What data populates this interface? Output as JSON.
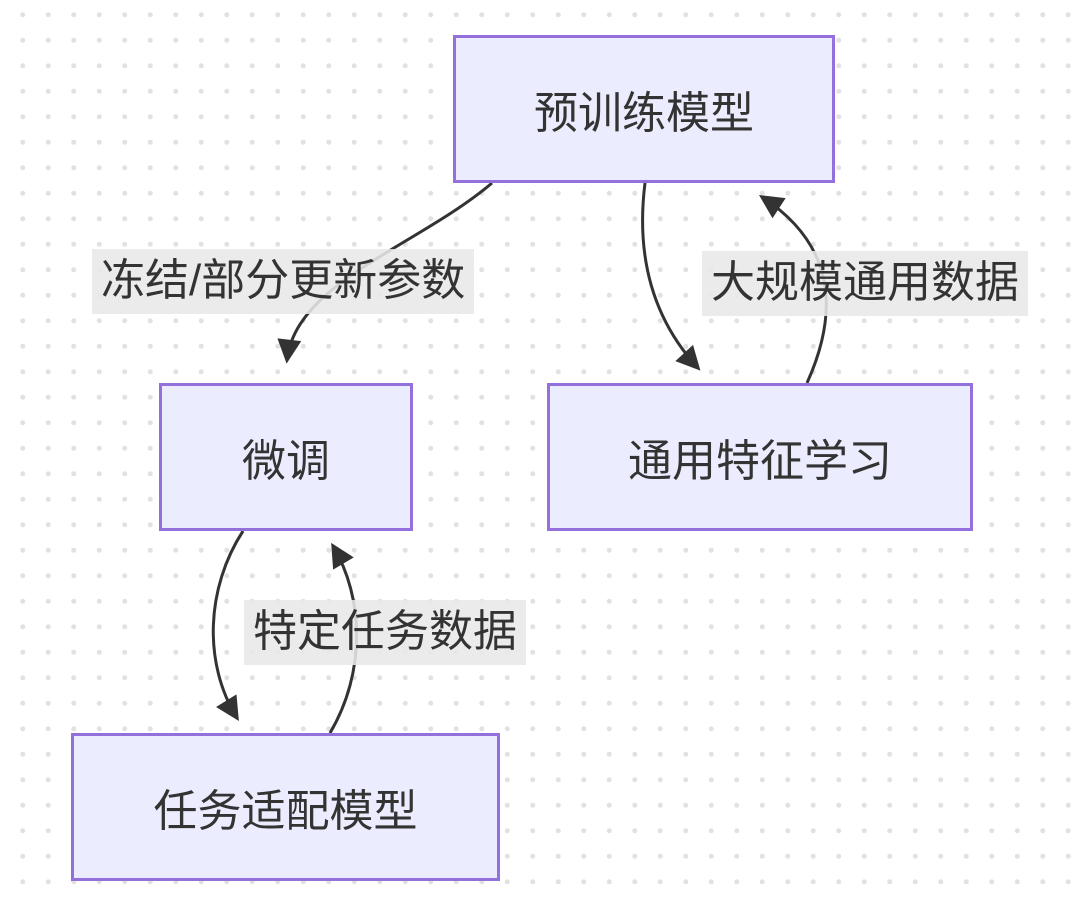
{
  "diagram": {
    "type": "flowchart",
    "nodes": {
      "pretrained": {
        "label": "预训练模型"
      },
      "finetune": {
        "label": "微调"
      },
      "general": {
        "label": "通用特征学习"
      },
      "task_adapted": {
        "label": "任务适配模型"
      }
    },
    "edges": [
      {
        "from": "预训练模型",
        "to": "微调",
        "label": "冻结/部分更新参数"
      },
      {
        "from": "预训练模型",
        "to": "通用特征学习",
        "label": ""
      },
      {
        "from": "通用特征学习",
        "to": "预训练模型",
        "label": "大规模通用数据"
      },
      {
        "from": "微调",
        "to": "任务适配模型",
        "label": ""
      },
      {
        "from": "任务适配模型",
        "to": "微调",
        "label": "特定任务数据"
      }
    ],
    "colors": {
      "node_fill": "#ECECFF",
      "node_border": "#9370DB",
      "edge_stroke": "#333333",
      "edge_label_bg": "#e8e8e8",
      "text": "#333333",
      "background": "#ffffff",
      "dot_grid": "#e1e1e4"
    }
  }
}
